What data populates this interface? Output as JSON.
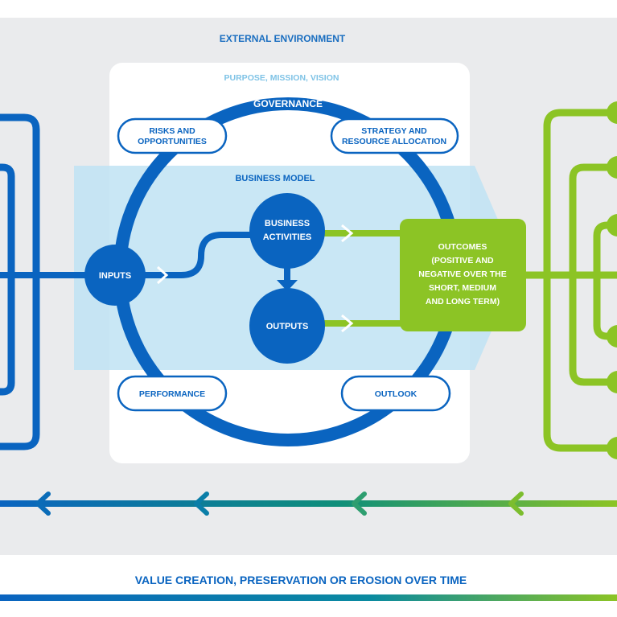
{
  "diagram": {
    "external_environment": "EXTERNAL ENVIRONMENT",
    "purpose": "PURPOSE, MISSION, VISION",
    "governance": "GOVERNANCE",
    "risks_line1": "RISKS AND",
    "risks_line2": "OPPORTUNITIES",
    "strategy_line1": "STRATEGY AND",
    "strategy_line2": "RESOURCE ALLOCATION",
    "business_model": "BUSINESS MODEL",
    "business_activities_line1": "BUSINESS",
    "business_activities_line2": "ACTIVITIES",
    "inputs": "INPUTS",
    "outputs": "OUTPUTS",
    "outcomes_line1": "OUTCOMES",
    "outcomes_line2": "(POSITIVE AND",
    "outcomes_line3": "NEGATIVE OVER THE",
    "outcomes_line4": "SHORT, MEDIUM",
    "outcomes_line5": "AND LONG TERM)",
    "performance": "PERFORMANCE",
    "outlook": "OUTLOOK",
    "value_creation": "VALUE CREATION, PRESERVATION OR EROSION OVER TIME"
  },
  "colors": {
    "blue": "#0a64c0",
    "light_blue": "#bfe3f3",
    "green": "#8cc425",
    "panel_gray": "#eaebed",
    "text_blue": "#1a6ec0"
  }
}
